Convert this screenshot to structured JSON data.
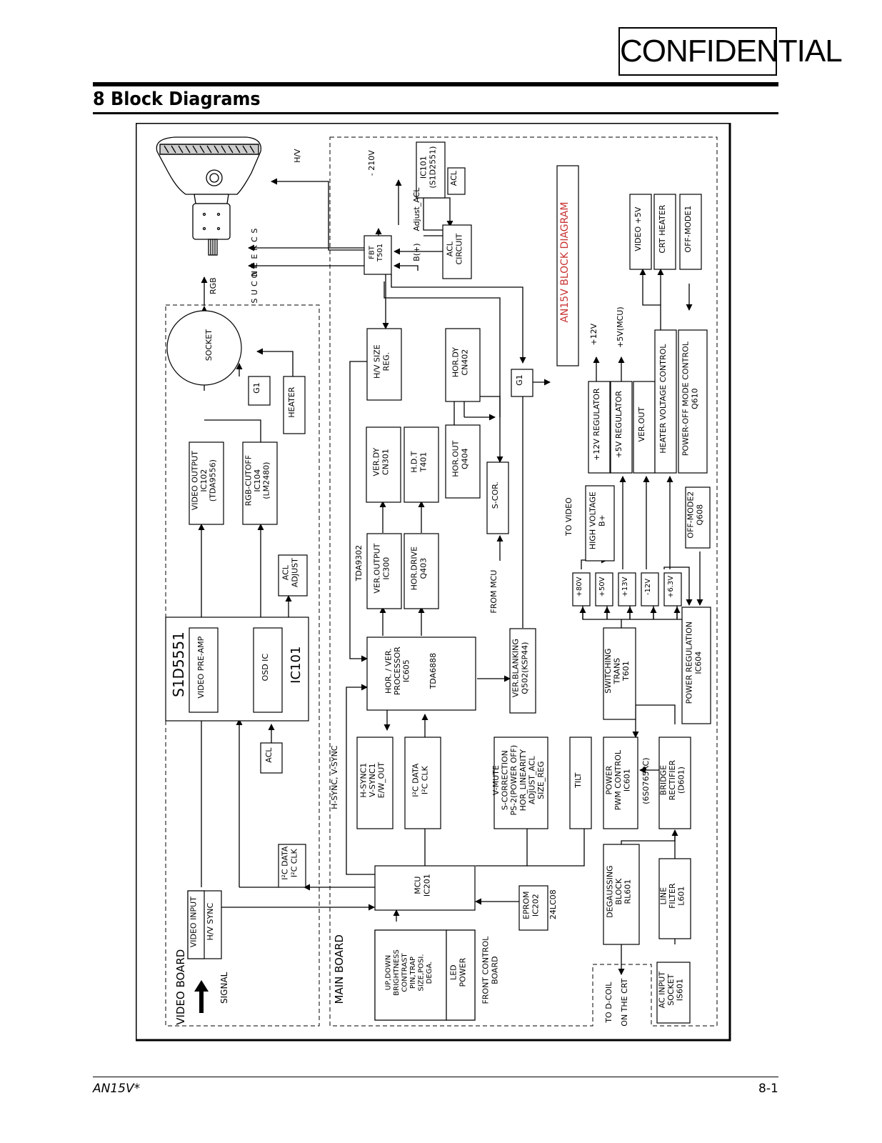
{
  "header": {
    "confidential": "CONFIDENTIAL",
    "section_title": "8 Block Diagrams"
  },
  "footer": {
    "model": "AN15V*",
    "page": "8-1"
  },
  "diagram": {
    "title": "AN15V BLOCK DIAGRAM",
    "boards": {
      "video": "VIDEO BOARD",
      "main": "MAIN BOARD"
    },
    "blocks": {
      "socket": "SOCKET",
      "g1_socket": "G1",
      "heater": "HEATER",
      "video_output": [
        "VIDEO OUTPUT",
        "IC102",
        "(TDA9556)"
      ],
      "rgb_cutoff": [
        "RGB-CUTOFF",
        "IC104",
        "(LM2480)"
      ],
      "acl_adjust": [
        "ACL",
        "ADJUST"
      ],
      "s1d5551": "S1D5551",
      "video_preamp": "VIDEO PRE-AMP",
      "osd_ic": "OSD IC",
      "ic101": "IC101",
      "acl_video": "ACL",
      "i2c_video": [
        "I²C DATA",
        "I²C CLK"
      ],
      "video_input": "VIDEO INPUT",
      "hv_sync": "H/V SYNC",
      "fbt": [
        "FBT",
        "T501"
      ],
      "ic101_acl": [
        "IC101",
        "(S1D2551)"
      ],
      "acl_box": "ACL",
      "acl_circuit": [
        "ACL",
        "CIRCUIT"
      ],
      "hv_size": [
        "H/V SIZE",
        "REG."
      ],
      "hor_dy": [
        "HOR.DY",
        "CN402"
      ],
      "g1_main": "G1",
      "ver_dy": [
        "VER.DY",
        "CN301"
      ],
      "hdt": [
        "H.D.T",
        "T401"
      ],
      "hor_out": [
        "HOR.OUT",
        "Q404"
      ],
      "s_cor": "S-COR.",
      "ver_output": [
        "VER.OUTPUT",
        "IC300"
      ],
      "hor_drive": [
        "HOR.DRIVE",
        "Q403"
      ],
      "processor": [
        "HOR. / VER.",
        "PROCESSOR",
        "IC605"
      ],
      "tda6888": "TDA6888",
      "ver_blanking": [
        "VER.BLANKING",
        "Q502(KSP44)"
      ],
      "hsync_out": [
        "H-SYNC1",
        "V-SYNC1",
        "E/W_OUT"
      ],
      "i2c_main": [
        "I²C DATA",
        "I²C  CLK"
      ],
      "vmute": [
        "V-MUTE",
        "S-CORRECTION",
        "PS-2(POWER OFF)",
        "HOR_LINEARITY",
        "ADJUST_ACL",
        "SIZE_REG"
      ],
      "tilt": "TILT",
      "mcu": [
        "MCU",
        "IC201"
      ],
      "eprom": [
        "EPROM",
        "IC202"
      ],
      "eprom_part": "24LC08",
      "front_controls": [
        "UP,DOWN",
        "BRIGHTNESS",
        "CONTRAST",
        "PIN,TRAP",
        "SIZE,POSI.",
        "DEGA."
      ],
      "led_power": [
        "LED",
        "POWER"
      ],
      "reg12": "+12V REGULATOR",
      "reg5": "+5V REGULATOR",
      "ver_out": "VER.OUT",
      "heater_ctrl": "HEATER VOLTAGE CONTROL",
      "poweroff_ctrl": [
        "POWER-OFF MODE CONTROL",
        "Q610"
      ],
      "video5v": "VIDEO +5V",
      "crt_heater": "CRT HEATER",
      "offmode1": "OFF-MODE1",
      "high_voltage": [
        "HIGH VOLTAGE",
        "B+"
      ],
      "offmode2": [
        "OFF-MODE2",
        "Q608"
      ],
      "v80": "+80V",
      "v50": "+50V",
      "v13": "+13V",
      "vm12": "-12V",
      "v63": "+6.3V",
      "switching": [
        "SWITCHING",
        "TRANS",
        "T601"
      ],
      "power_reg": [
        "POWER REGULATION",
        "IC604"
      ],
      "pwm": [
        "POWER",
        "PWM CONTROL",
        "IC601"
      ],
      "pwm_part": "(6S0765RC)",
      "bridge": [
        "BRIDGE",
        "RECTIFIER",
        "(D601)"
      ],
      "degauss": [
        "DEGAUSSING",
        "BLOCK",
        "RL601"
      ],
      "line_filter": [
        "LINE",
        "FILTER",
        "L601"
      ],
      "ac_input": [
        "AC INPUT",
        "SOCKET",
        "IS601"
      ]
    },
    "labels": {
      "rgb": "RGB",
      "hv": "H/V",
      "minus210": "- 210V",
      "adjust_acl": "Adjust_ACL",
      "bplus": "B(+)",
      "screen": [
        "S",
        "C",
        "R",
        "E",
        "E",
        "N"
      ],
      "focus": [
        "F",
        "O",
        "C",
        "U",
        "S"
      ],
      "tda9302": "TDA9302",
      "from_mcu": "FROM MCU",
      "hv_sync_bus": "H-SYNC, V-SYNC",
      "to_video": "TO VIDEO",
      "plus12": "+12V",
      "plus5mcu": "+5V(MCU)",
      "signal": "SIGNAL",
      "front_control_board": [
        "FRONT CONTROL",
        "BOARD"
      ],
      "to_dcoil": "TO D-COIL",
      "on_crt": "ON THE CRT"
    }
  }
}
